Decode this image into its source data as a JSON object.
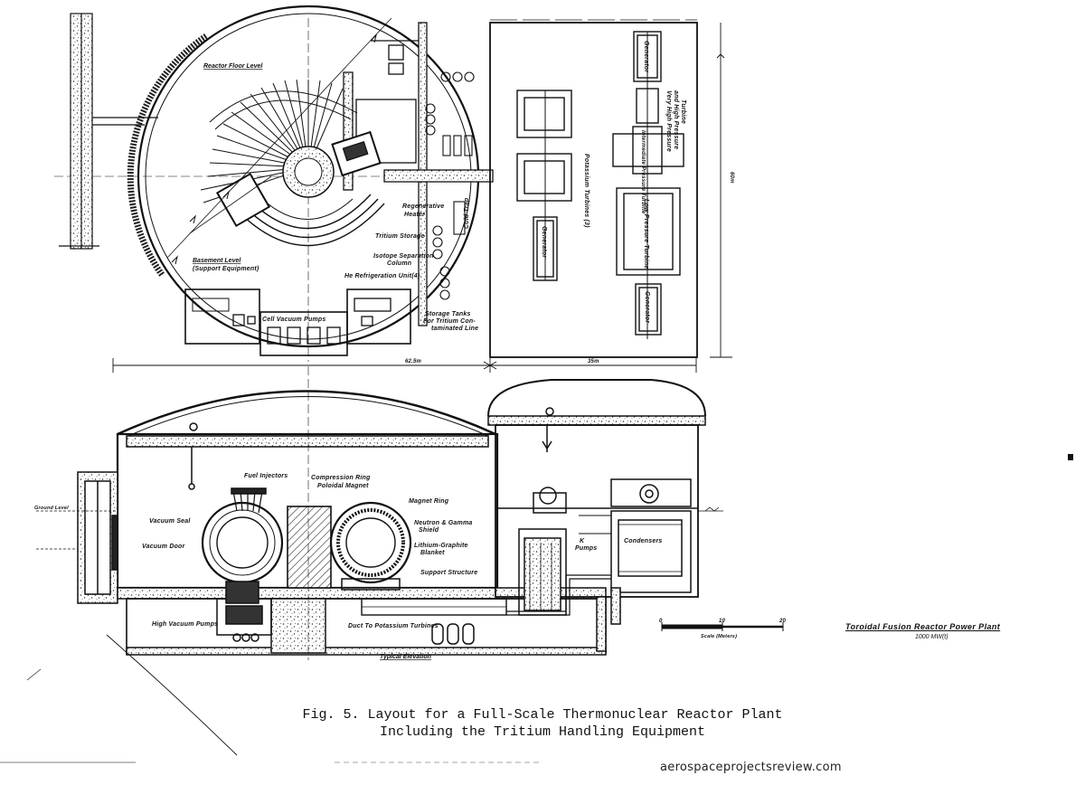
{
  "figure": {
    "caption_line1": "Fig. 5.  Layout for a Full-Scale Thermonuclear Reactor Plant",
    "caption_line2": "Including the Tritium Handling Equipment",
    "plant_title": "Toroidal Fusion Reactor Power Plant",
    "plant_rating": "1000 MW(t)",
    "source": "aerospaceprojectsreview.com"
  },
  "plan_labels": {
    "reactor_floor_level": "Reactor Floor Level",
    "basement_level": "Basement Level",
    "support_equipment": "(Support Equipment)",
    "regenerative_heater_1": "Regenerative",
    "regenerative_heater_2": "Heater",
    "cold_trap": "Cold Trap",
    "tritium_storage": "Tritium Storage",
    "isotope_separation_1": "Isotope Separation",
    "isotope_separation_2": "Column",
    "he_refrigeration": "He Refrigeration Unit(4)",
    "cell_vacuum_pumps": "Cell Vacuum Pumps",
    "storage_tanks_1": "Storage Tanks",
    "storage_tanks_2": "For Tritium Con-",
    "storage_tanks_3": "taminated Line"
  },
  "turbine_labels": {
    "generator": "Generator",
    "potassium_turbines": "Potassium Turbines (3)",
    "very_high_pressure_1": "Very High Pressure",
    "very_high_pressure_2": "and High Pressure",
    "very_high_pressure_3": "Turbine",
    "intermediate_pressure": "Intermediate Pressure Turbine",
    "low_pressure": "Low Pressure Turbine"
  },
  "dimensions": {
    "width_reactor": "62.5m",
    "width_turbine": "35m",
    "height": "60m"
  },
  "elevation_labels": {
    "fuel_injectors": "Fuel Injectors",
    "compression_ring": "Compression Ring",
    "poloidal_magnet": "Poloidal Magnet",
    "magnet_ring": "Magnet Ring",
    "neutron_shield_1": "Neutron & Gamma",
    "neutron_shield_2": "Shield",
    "lithium_blanket_1": "Lithium-Graphite",
    "lithium_blanket_2": "Blanket",
    "support_structure": "Support Structure",
    "vacuum_seal": "Vacuum Seal",
    "vacuum_door": "Vacuum Door",
    "ground_level": "Ground Level",
    "high_vacuum_pumps": "High Vacuum Pumps",
    "duct": "Duct To Potassium Turbines",
    "typical_elevation": "Typical Elevation",
    "k_pumps_1": "K",
    "k_pumps_2": "Pumps",
    "condensers": "Condensers"
  },
  "scale": {
    "tick_0": "0",
    "tick_10": "10",
    "tick_20": "20",
    "label": "Scale (Meters)"
  }
}
